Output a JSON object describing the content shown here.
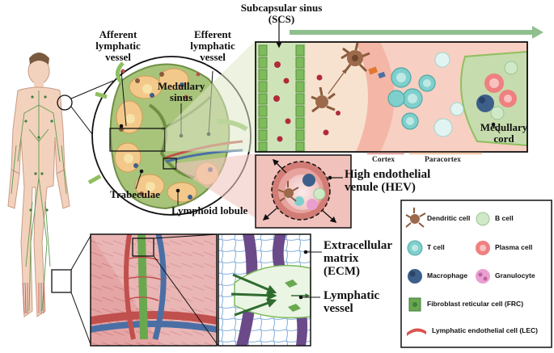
{
  "labels": {
    "subcapsular_sinus": "Subcapsular sinus",
    "subcapsular_sinus_abbr": "(SCS)",
    "afferent": [
      "Afferent",
      "lymphatic",
      "vessel"
    ],
    "efferent": [
      "Efferent",
      "lymphatic",
      "vessel"
    ],
    "medullary_sinus": [
      "Medullary",
      "sinus"
    ],
    "trabeculae": "Trabeculae",
    "lymphoid_lobule": "Lymphoid lobule",
    "cortex": "Cortex",
    "paracortex": "Paracortex",
    "medullary_cord": [
      "Medullary",
      "cord"
    ],
    "hev": [
      "High endothelial",
      "venule (HEV)"
    ],
    "ecm": [
      "Extracellular",
      "matrix",
      "(ECM)"
    ],
    "lymphatic_vessel": [
      "Lymphatic",
      "vessel"
    ]
  },
  "legend": [
    {
      "label": "Dendritic cell",
      "icon": "dendritic-cell-icon",
      "color": "#8b5a3c"
    },
    {
      "label": "B cell",
      "icon": "b-cell-icon",
      "color": "#cfe9c6"
    },
    {
      "label": "T cell",
      "icon": "t-cell-icon",
      "color": "#7fd0cc"
    },
    {
      "label": "Plasma cell",
      "icon": "plasma-cell-icon",
      "color": "#f08080"
    },
    {
      "label": "Macrophage",
      "icon": "macrophage-icon",
      "color": "#3d5f8a"
    },
    {
      "label": "Granulocyte",
      "icon": "granulocyte-icon",
      "color": "#e9a0d0"
    },
    {
      "label": "Fibroblast reticular cell (FRC)",
      "icon": "frc-icon",
      "color": "#6aa84f"
    },
    {
      "label": "Lymphatic endothelial cell (LEC)",
      "icon": "lec-icon",
      "color": "#d9534f"
    }
  ],
  "colors": {
    "node_green": "#a8c47a",
    "lobule_orange": "#f2c98a",
    "scs_green": "#6aa84f",
    "cortex_peach": "#f6e2cf",
    "paracortex_salmon": "#f4b6a6",
    "arrow_green": "#8fbf8f",
    "vessel_blue": "#4a6fa5",
    "vessel_red": "#c0504d",
    "tissue_pink": "#e8a7a7"
  }
}
